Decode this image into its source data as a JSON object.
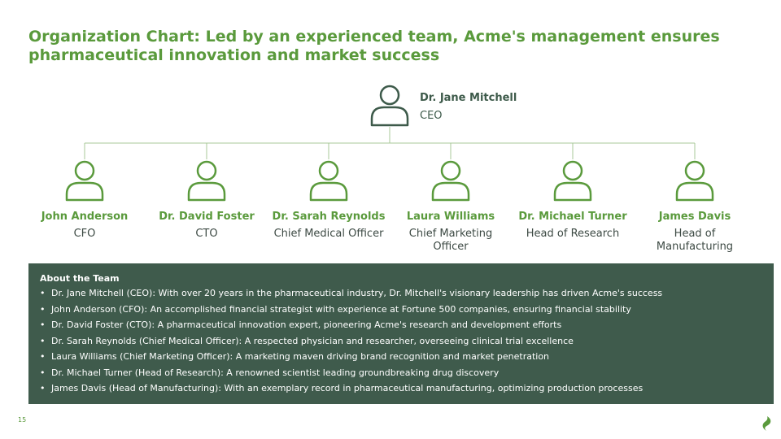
{
  "title": "Organization Chart: Led by an experienced team, Acme's management ensures pharmaceutical innovation and market success",
  "ceo": {
    "name": "Dr. Jane Mitchell",
    "role": "CEO",
    "icon": "person-icon"
  },
  "team": [
    {
      "name": "John Anderson",
      "role": "CFO",
      "icon": "person-icon"
    },
    {
      "name": "Dr. David Foster",
      "role": "CTO",
      "icon": "person-icon"
    },
    {
      "name": "Dr. Sarah Reynolds",
      "role": "Chief Medical Officer",
      "icon": "person-icon"
    },
    {
      "name": "Laura Williams",
      "role": "Chief Marketing Officer",
      "icon": "person-icon"
    },
    {
      "name": "Dr. Michael Turner",
      "role": "Head of Research",
      "icon": "person-icon"
    },
    {
      "name": "James Davis",
      "role": "Head of Manufacturing",
      "icon": "person-icon"
    }
  ],
  "about": {
    "heading": "About the Team",
    "items": [
      "Dr. Jane Mitchell (CEO): With over 20 years in the pharmaceutical industry, Dr. Mitchell's visionary leadership has driven Acme's success",
      "John Anderson (CFO): An accomplished financial strategist with experience at Fortune 500 companies, ensuring financial stability",
      "Dr. David Foster (CTO): A pharmaceutical innovation expert, pioneering Acme's research and development efforts",
      "Dr. Sarah Reynolds (Chief Medical Officer): A respected physician and researcher, overseeing clinical trial excellence",
      "Laura Williams (Chief Marketing Officer): A marketing maven driving brand recognition and market penetration",
      "Dr. Michael Turner (Head of Research): A renowned scientist leading groundbreaking drug discovery",
      "James Davis (Head of Manufacturing): With an exemplary record in pharmaceutical manufacturing, optimizing production processes"
    ]
  },
  "page_number": "15",
  "colors": {
    "accent_green": "#5a9a3c",
    "dark_green": "#3f5b4c",
    "connector": "#a8c89a"
  }
}
